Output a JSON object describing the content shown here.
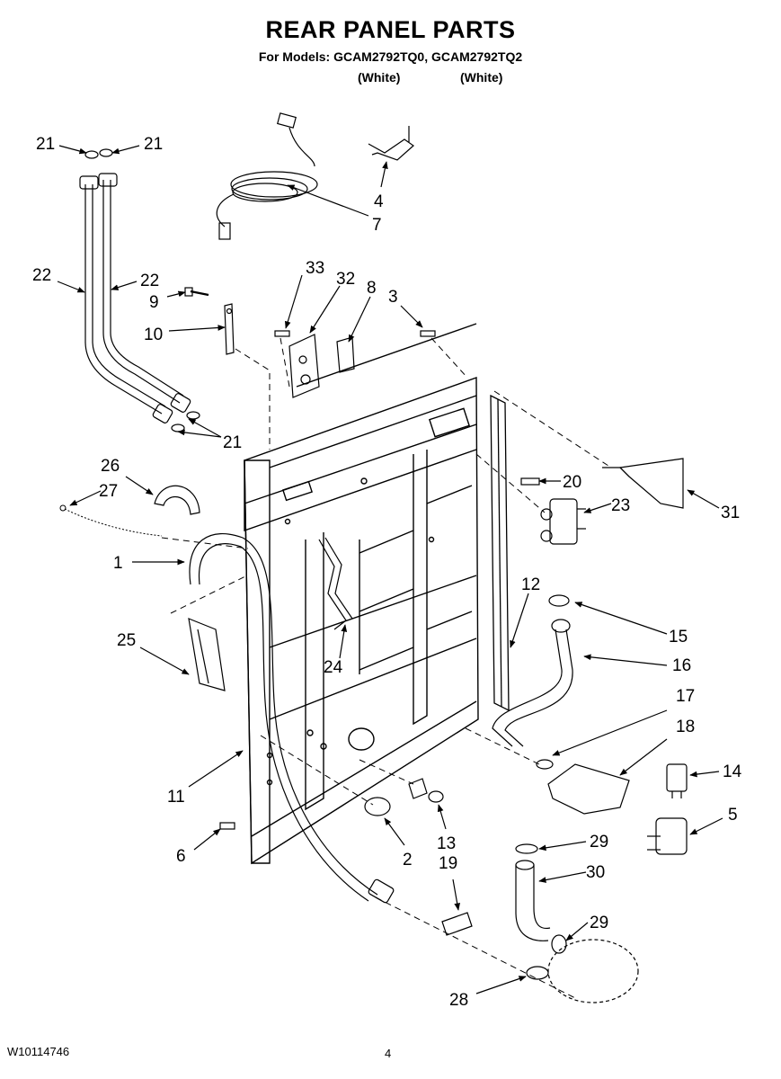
{
  "header": {
    "title": "REAR PANEL PARTS",
    "subtitle": "For Models: GCAM2792TQ0, GCAM2792TQ2",
    "variants": [
      "(White)",
      "(White)"
    ]
  },
  "callouts": [
    "21",
    "21",
    "4",
    "7",
    "22",
    "22",
    "9",
    "10",
    "33",
    "32",
    "8",
    "3",
    "21",
    "26",
    "27",
    "20",
    "23",
    "31",
    "1",
    "12",
    "15",
    "25",
    "16",
    "24",
    "17",
    "18",
    "14",
    "11",
    "5",
    "6",
    "2",
    "13",
    "29",
    "19",
    "30",
    "29",
    "28"
  ],
  "footer": {
    "doc_code": "W10114746",
    "page_number": "4"
  }
}
